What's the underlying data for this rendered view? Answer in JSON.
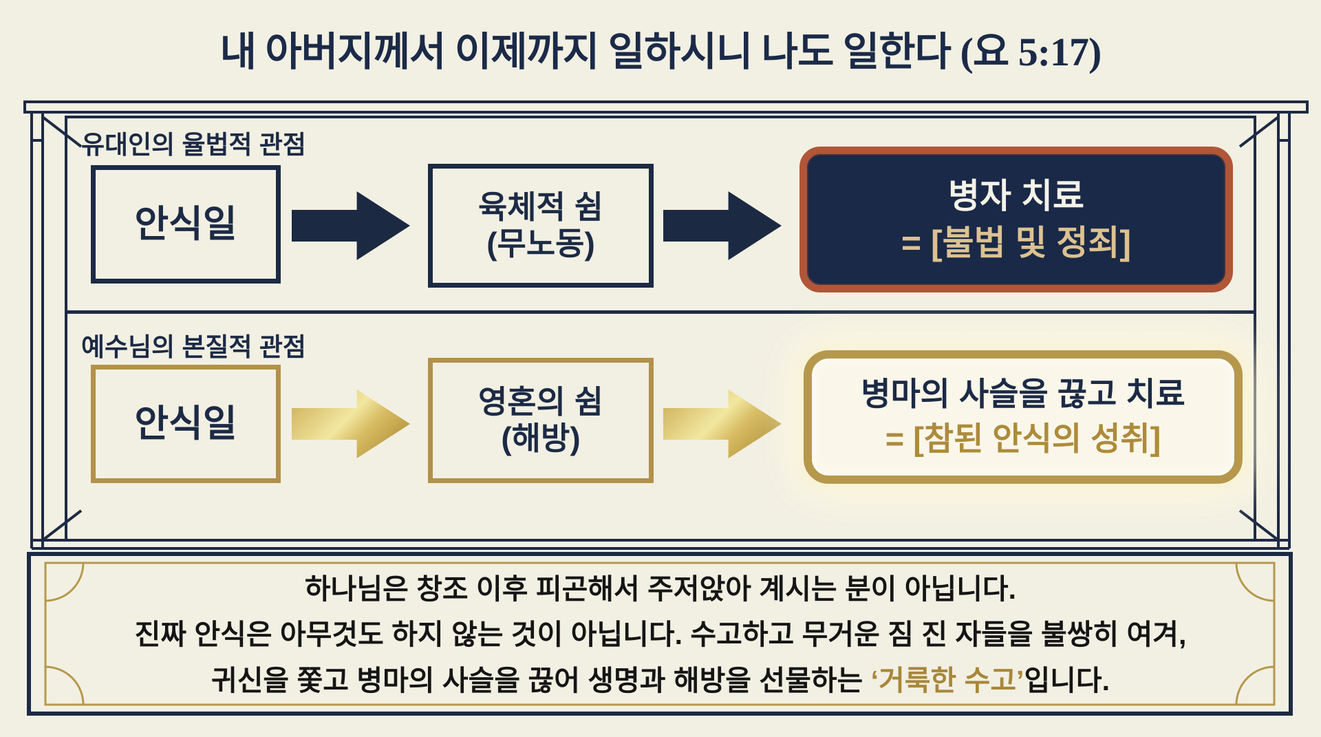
{
  "title": "내 아버지께서 이제까지 일하시니 나도 일한다 (요 5:17)",
  "colors": {
    "background": "#f2f0e3",
    "navy": "#1c2a45",
    "terracotta_border": "#b15638",
    "tan_text": "#dcc291",
    "gold_border": "#b6984c",
    "gold_text": "#ad8b3a"
  },
  "diagram": {
    "row1": {
      "label": "유대인의 율법적 관점",
      "box1": "안식일",
      "box2_line1": "육체적 쉼",
      "box2_line2": "(무노동)",
      "result_line1": "병자 치료",
      "result_line2": "= [불법 및 정죄]"
    },
    "row2": {
      "label": "예수님의 본질적 관점",
      "box1": "안식일",
      "box2_line1": "영혼의 쉼",
      "box2_line2": "(해방)",
      "result_line1": "병마의 사슬을 끊고 치료",
      "result_line2": "= [참된 안식의 성취]"
    }
  },
  "footer": {
    "line1": "하나님은 창조 이후 피곤해서 주저앉아 계시는 분이 아닙니다.",
    "line2": "진짜 안식은 아무것도 하지 않는 것이 아닙니다. 수고하고 무거운 짐 진 자들을 불쌍히 여겨,",
    "line3_pre": "귀신을 쫓고 병마의 사슬을 끊어 생명과 해방을 선물하는 ",
    "line3_highlight": "‘거룩한 수고’",
    "line3_post": "입니다."
  }
}
